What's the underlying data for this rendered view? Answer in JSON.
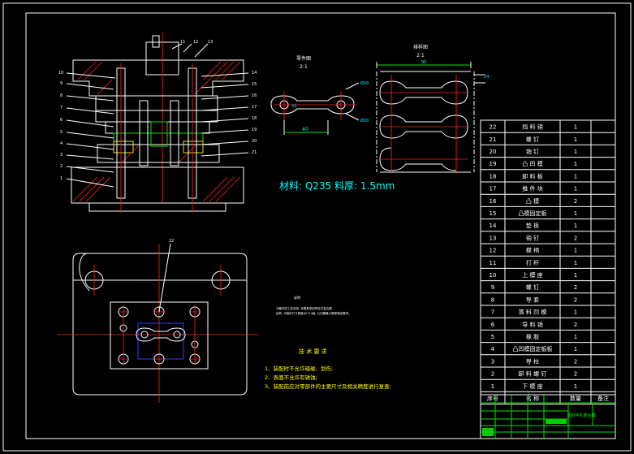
{
  "detail_view": {
    "title": "零件图",
    "scale": "2:1",
    "dim_40": "40",
    "dim_phi10": "Ø10",
    "dim_phi20": "Ø20",
    "dim_v": "R5"
  },
  "strip_view": {
    "title": "排样图",
    "scale": "2:1",
    "dim_top": "90",
    "dim_side": "24"
  },
  "material_note": "材料: Q235  料厚: 1.5mm",
  "small_note": {
    "title": "说明",
    "lines": [
      "冲裁件的工序安排, 本模具采用导柱式复合模",
      "结构, 冲裁件尺寸精度为IT14级, 凸凹模最小壁厚满足要求。"
    ]
  },
  "tech_requirements": {
    "title": "技 术 要 求",
    "items": [
      "1、装配时不允许磕碰、划伤;",
      "2、表面不允许有锈蚀;",
      "3、装配前应对零部件的主要尺寸及相关精度进行复查;"
    ]
  },
  "leaders_left": [
    "10",
    "9",
    "8",
    "7",
    "6",
    "5",
    "4",
    "3",
    "2",
    "1"
  ],
  "leaders_right": [
    "14",
    "15",
    "16",
    "17",
    "18",
    "19",
    "20",
    "21"
  ],
  "leaders_top": [
    "11",
    "12",
    "13"
  ],
  "plan_leader": "22",
  "bom": {
    "rows": [
      {
        "no": "22",
        "name": "挡 料 销",
        "qty": "1"
      },
      {
        "no": "21",
        "name": "螺    钉",
        "qty": "1"
      },
      {
        "no": "20",
        "name": "销    钉",
        "qty": "1"
      },
      {
        "no": "19",
        "name": "凸 凹 模",
        "qty": "1"
      },
      {
        "no": "18",
        "name": "卸 料 板",
        "qty": "1"
      },
      {
        "no": "17",
        "name": "推 件 块",
        "qty": "1"
      },
      {
        "no": "16",
        "name": "凸    模",
        "qty": "2"
      },
      {
        "no": "15",
        "name": "凸模固定板",
        "qty": "1"
      },
      {
        "no": "14",
        "name": "垫    板",
        "qty": "1"
      },
      {
        "no": "13",
        "name": "销    钉",
        "qty": "2"
      },
      {
        "no": "12",
        "name": "模    柄",
        "qty": "1"
      },
      {
        "no": "11",
        "name": "打    杆",
        "qty": "1"
      },
      {
        "no": "10",
        "name": "上 模 座",
        "qty": "1"
      },
      {
        "no": "9",
        "name": "螺    钉",
        "qty": "2"
      },
      {
        "no": "8",
        "name": "导    套",
        "qty": "2"
      },
      {
        "no": "7",
        "name": "落 料 凹 模",
        "qty": "1"
      },
      {
        "no": "6",
        "name": "导 料 销",
        "qty": "2"
      },
      {
        "no": "5",
        "name": "橡    胶",
        "qty": "1"
      },
      {
        "no": "4",
        "name": "凸凹模固定板板",
        "qty": "1"
      },
      {
        "no": "3",
        "name": "导    柱",
        "qty": "2"
      },
      {
        "no": "2",
        "name": "卸 料 螺 钉",
        "qty": "2"
      },
      {
        "no": "1",
        "name": "下 模 座",
        "qty": "1"
      }
    ],
    "header": {
      "no": "序号",
      "name": "名    称",
      "qty": "数量",
      "remark": "备注"
    }
  },
  "title_block": {
    "name": "落料冲孔复合模"
  }
}
